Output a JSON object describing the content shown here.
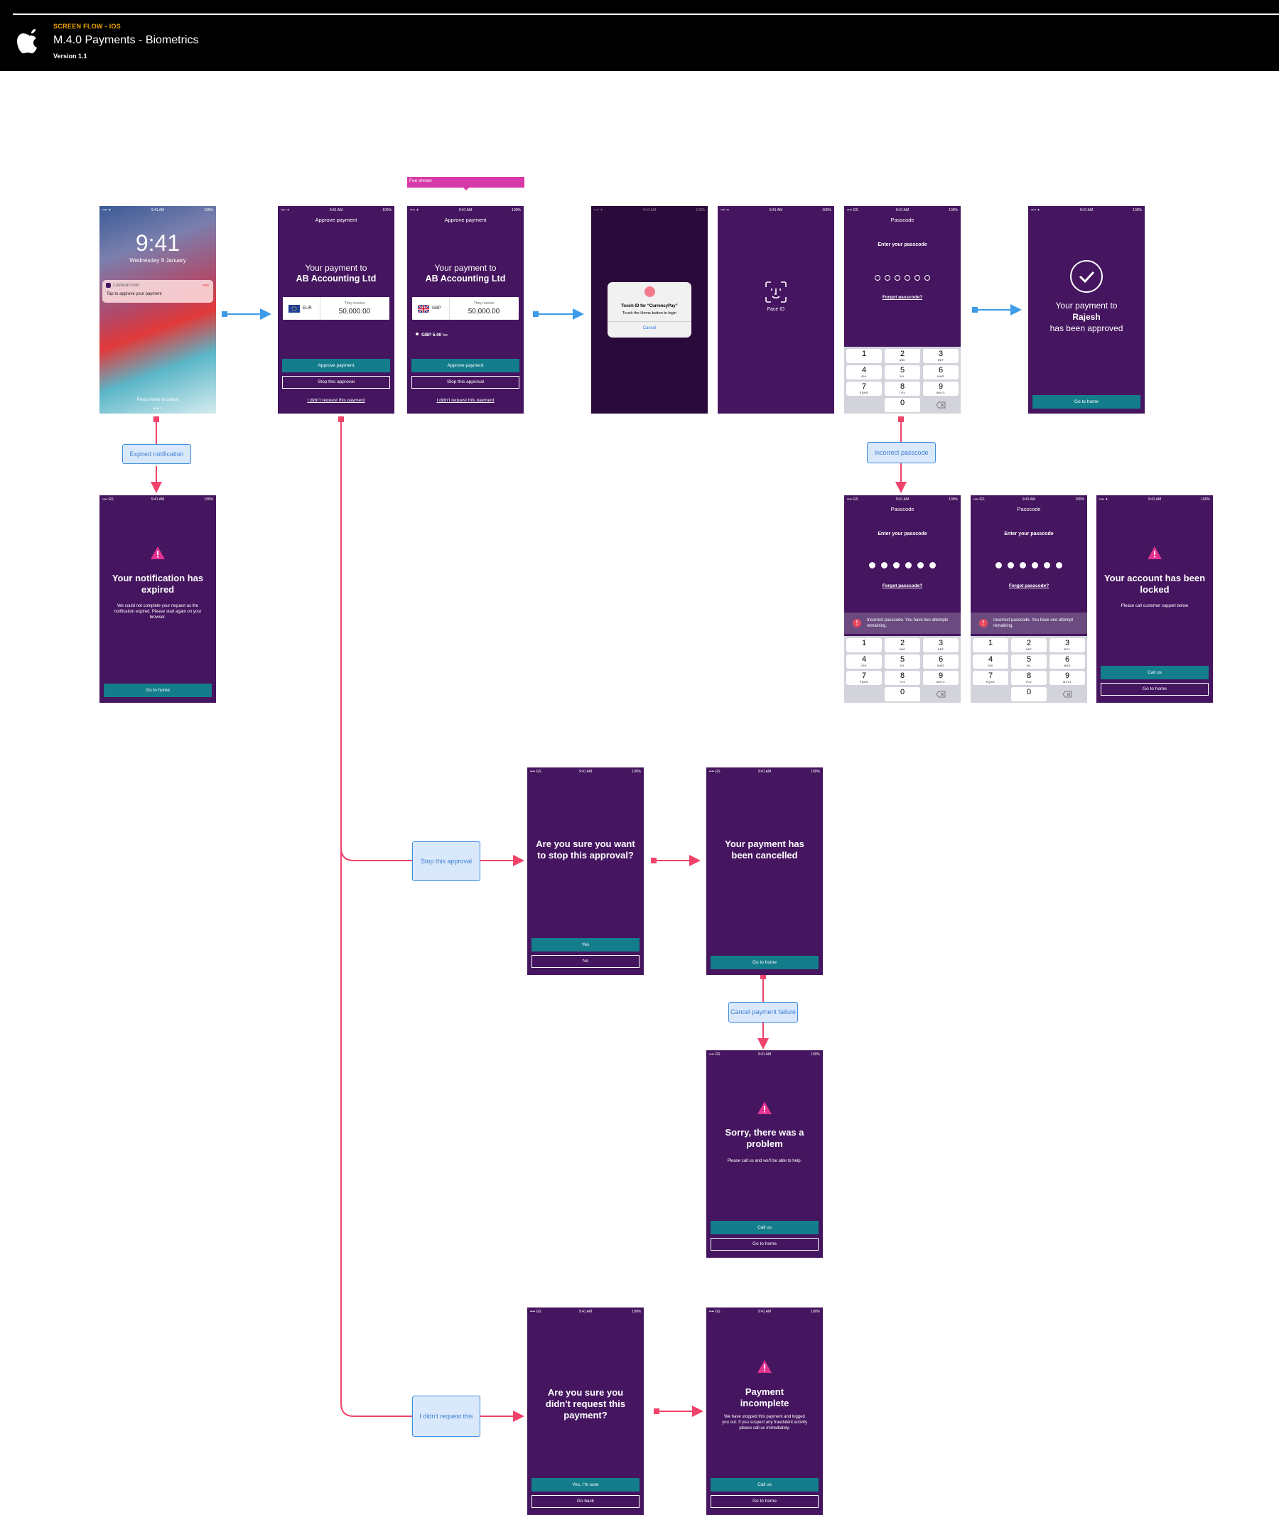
{
  "header": {
    "kicker": "SCREEN FLOW - IOS",
    "title": "M.4.0 Payments - Biometrics",
    "version": "Version 1.1"
  },
  "status": {
    "time": "9:41 AM",
    "battery": "100%",
    "carrier": "GS"
  },
  "fee_note": "Fee shown",
  "lock": {
    "time": "9:41",
    "date": "Wednesday 9 January",
    "app": "CURRENCYPAY",
    "when": "now",
    "message": "Tap to approve your payment",
    "home_hint": "Press Home to unlock"
  },
  "approve": {
    "header": "Approve payment",
    "line1": "Your payment to",
    "payee": "AB Accounting Ltd",
    "they_receive": "They receive",
    "amount": "50,000.00",
    "ccy_eur": "EUR",
    "ccy_gbp": "GBP",
    "fee": "GBP 5.00",
    "fee_suffix": "fee",
    "approve_btn": "Approve payment",
    "stop_btn": "Stop this approval",
    "not_me": "I didn't request this payment"
  },
  "touchid": {
    "title": "Touch ID for “CurrencyPay”",
    "subtitle": "Touch the Home button to login",
    "cancel": "Cancel"
  },
  "faceid": {
    "label": "Face ID"
  },
  "passcode": {
    "header": "Passcode",
    "prompt": "Enter your passcode",
    "forgot": "Forgot passcode?",
    "err_two": "Incorrect passcode. You have two attempts remaining.",
    "err_one": "Incorrect passcode. You have one attempt remaining.",
    "keys": [
      {
        "n": "1",
        "s": ""
      },
      {
        "n": "2",
        "s": "ABC"
      },
      {
        "n": "3",
        "s": "DEF"
      },
      {
        "n": "4",
        "s": "GHI"
      },
      {
        "n": "5",
        "s": "JKL"
      },
      {
        "n": "6",
        "s": "MNO"
      },
      {
        "n": "7",
        "s": "PQRS"
      },
      {
        "n": "8",
        "s": "TUV"
      },
      {
        "n": "9",
        "s": "WXYZ"
      },
      {
        "n": "0",
        "s": ""
      }
    ]
  },
  "approved": {
    "line1": "Your payment to",
    "name": "Rajesh",
    "line3": "has been approved",
    "btn": "Go to home"
  },
  "expired": {
    "title": "Your notification has expired",
    "body": "We could not complete your request as the notification expired. Please start again on your browser.",
    "btn": "Go to home"
  },
  "locked": {
    "title": "Your account has been locked",
    "body": "Please call customer support below",
    "call": "Call us",
    "home": "Go to home"
  },
  "stop_confirm": {
    "title": "Are you sure you want to stop this approval?",
    "yes": "Yes",
    "no": "No"
  },
  "cancelled": {
    "title": "Your payment has been cancelled",
    "btn": "Go to home"
  },
  "problem": {
    "title": "Sorry, there was a problem",
    "body": "Please call us and we'll be able to help.",
    "call": "Call us",
    "home": "Go to home"
  },
  "notme_confirm": {
    "title": "Are you sure you didn't request this payment?",
    "yes": "Yes, I'm sure",
    "back": "Go back"
  },
  "incomplete": {
    "title": "Payment incomplete",
    "body": "We have stopped this payment and logged you out. If you suspect any fraudulent activity please call us immediately.",
    "call": "Call us",
    "home": "Go to home"
  },
  "labels": {
    "expired": "Expired notification",
    "incorrect": "Incorrect passcode",
    "stop": "Stop this approval",
    "cancel_fail": "Cancel payment failure",
    "not_me": "I didn't request this"
  },
  "colors": {
    "screen": "#45155f",
    "teal": "#147d8c",
    "flow_blue": "#3d9be9",
    "flow_red": "#f0436b",
    "note_pink": "#d63aa8"
  }
}
